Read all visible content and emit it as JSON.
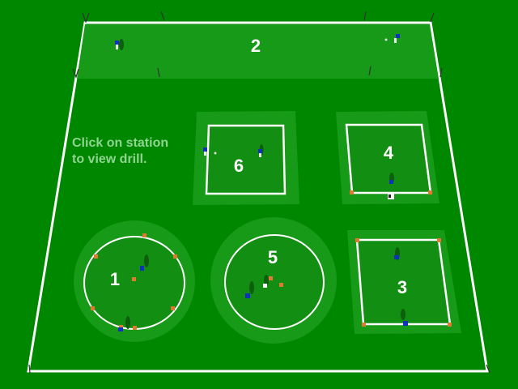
{
  "instruction": {
    "line1": "Click on station",
    "line2": "to view drill."
  },
  "stations": [
    {
      "id": 1,
      "label": "1",
      "shape": "circle"
    },
    {
      "id": 2,
      "label": "2",
      "shape": "strip"
    },
    {
      "id": 3,
      "label": "3",
      "shape": "square"
    },
    {
      "id": 4,
      "label": "4",
      "shape": "square"
    },
    {
      "id": 5,
      "label": "5",
      "shape": "circle"
    },
    {
      "id": 6,
      "label": "6",
      "shape": "square"
    }
  ],
  "colors": {
    "background": "#008700",
    "field_zone": "#1a9a1a",
    "grid_inner": "#128f12",
    "lines": "#ffffff",
    "hint_text": "#8fd58f",
    "player_blue": "#1030c0",
    "cone": "#e07a30"
  }
}
